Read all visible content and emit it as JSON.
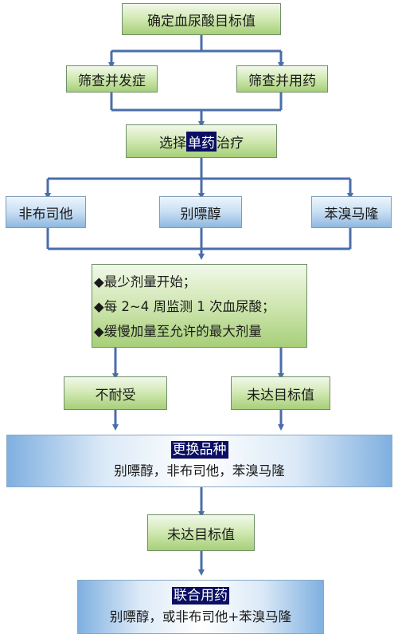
{
  "flow": {
    "goal": "确定血尿酸目标值",
    "screen_complications": "筛查并发症",
    "screen_drugs": "筛查并用药",
    "choose_prefix": "选择",
    "choose_highlight": "单药",
    "choose_suffix": "治疗",
    "drug_febuxostat": "非布司他",
    "drug_allopurinol": "别嘌醇",
    "drug_benzbromarone": "苯溴马隆",
    "dosing": [
      "◆最少剂量开始；",
      "◆每 2~4 周监测 1 次血尿酸；",
      "◆缓慢加量至允许的最大剂量"
    ],
    "intolerant": "不耐受",
    "not_reached_1": "未达目标值",
    "switch_title": "更换品种",
    "switch_options": "别嘌醇，非布司他，苯溴马隆",
    "not_reached_2": "未达目标值",
    "combo_title": "联合用药",
    "combo_options": "别嘌醇，或非布司他+苯溴马隆"
  },
  "colors": {
    "arrow": "#4a6ea8",
    "highlight_bg": "#0b0f63",
    "green_box": "#b8db8c",
    "blue_box": "#a9c9ea"
  }
}
